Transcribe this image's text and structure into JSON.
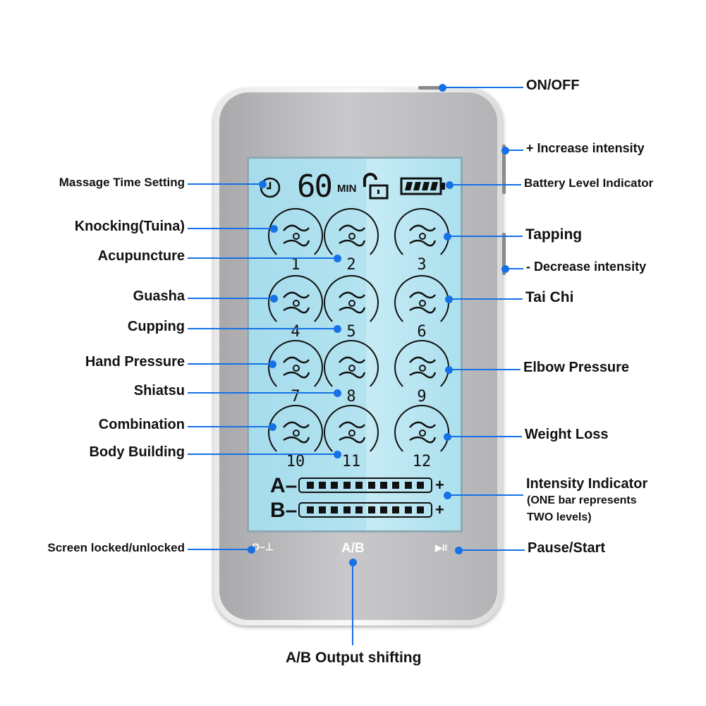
{
  "display": {
    "timer_value": "60",
    "timer_unit": "MIN",
    "modes": [
      {
        "num": "1"
      },
      {
        "num": "2"
      },
      {
        "num": "3"
      },
      {
        "num": "4"
      },
      {
        "num": "5"
      },
      {
        "num": "6"
      },
      {
        "num": "7"
      },
      {
        "num": "8"
      },
      {
        "num": "9"
      },
      {
        "num": "10"
      },
      {
        "num": "11"
      },
      {
        "num": "12"
      }
    ],
    "channel_a": "A–",
    "channel_b": "B–",
    "plus": "+",
    "intensity_bars_a": 10,
    "intensity_bars_b": 10
  },
  "buttons": {
    "ab": "A/B",
    "lock_icon": "lock-key-icon",
    "play_pause_icon": "play-pause-icon"
  },
  "callouts": {
    "left": [
      "Massage Time Setting",
      "Knocking(Tuina)",
      "Acupuncture",
      "Guasha",
      "Cupping",
      "Hand Pressure",
      "Shiatsu",
      "Combination",
      "Body Building",
      "Screen locked/unlocked"
    ],
    "right": [
      "ON/OFF",
      "+ Increase intensity",
      "Battery Level Indicator",
      "Tapping",
      "- Decrease intensity",
      "Tai Chi",
      "Elbow Pressure",
      "Weight Loss",
      "Intensity Indicator",
      "(ONE bar represents",
      "TWO levels)",
      "Pause/Start"
    ],
    "bottom": "A/B Output shifting"
  },
  "colors": {
    "callout": "#1671e6",
    "screen": "#b4e3f0"
  }
}
